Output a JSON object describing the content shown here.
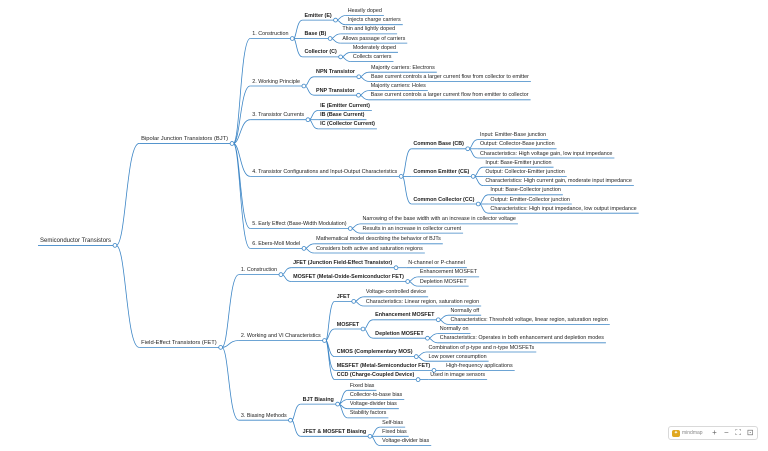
{
  "colors": {
    "line": "#3d86c6",
    "node_fill": "#ffffff",
    "text": "#222222"
  },
  "toolbar": {
    "logo_text": "mindmap",
    "zoom_in": "+",
    "zoom_out": "−",
    "fit": "⛶",
    "fullscreen": "⊡"
  },
  "mindmap": {
    "label": "Semiconductor Transistors",
    "children": [
      {
        "label": "Bipolar Junction Transistors (BJT)",
        "children": [
          {
            "label": "1. Construction",
            "children": [
              {
                "label": "Emitter (E)",
                "bold": true,
                "children": [
                  {
                    "label": "Heavily doped"
                  },
                  {
                    "label": "Injects charge carriers"
                  }
                ]
              },
              {
                "label": "Base (B)",
                "bold": true,
                "children": [
                  {
                    "label": "Thin and lightly doped"
                  },
                  {
                    "label": "Allows passage of carriers"
                  }
                ]
              },
              {
                "label": "Collector (C)",
                "bold": true,
                "children": [
                  {
                    "label": "Moderately doped"
                  },
                  {
                    "label": "Collects carriers"
                  }
                ]
              }
            ]
          },
          {
            "label": "2. Working Principle",
            "children": [
              {
                "label": "NPN Transistor",
                "bold": true,
                "children": [
                  {
                    "label": "Majority carriers: Electrons"
                  },
                  {
                    "label": "Base current controls a larger current flow from collector to emitter"
                  }
                ]
              },
              {
                "label": "PNP Transistor",
                "bold": true,
                "children": [
                  {
                    "label": "Majority carriers: Holes"
                  },
                  {
                    "label": "Base current controls a larger current flow from emitter to collector"
                  }
                ]
              }
            ]
          },
          {
            "label": "3. Transistor Currents",
            "children": [
              {
                "label": "IE (Emitter Current)",
                "bold": true
              },
              {
                "label": "IB (Base Current)",
                "bold": true
              },
              {
                "label": "IC (Collector Current)",
                "bold": true
              }
            ]
          },
          {
            "label": "4. Transistor Configurations and Input-Output Characteristics",
            "children": [
              {
                "label": "Common Base (CB)",
                "bold": true,
                "children": [
                  {
                    "label": "Input: Emitter-Base junction"
                  },
                  {
                    "label": "Output: Collector-Base junction"
                  },
                  {
                    "label": "Characteristics: High voltage gain, low input impedance"
                  }
                ]
              },
              {
                "label": "Common Emitter (CE)",
                "bold": true,
                "children": [
                  {
                    "label": "Input: Base-Emitter junction"
                  },
                  {
                    "label": "Output: Collector-Emitter junction"
                  },
                  {
                    "label": "Characteristics: High current gain, moderate input impedance"
                  }
                ]
              },
              {
                "label": "Common Collector (CC)",
                "bold": true,
                "children": [
                  {
                    "label": "Input: Base-Collector junction"
                  },
                  {
                    "label": "Output: Emitter-Collector junction"
                  },
                  {
                    "label": "Characteristics: High input impedance, low output impedance"
                  }
                ]
              }
            ]
          },
          {
            "label": "5. Early Effect (Base-Width Modulation)",
            "children": [
              {
                "label": "Narrowing of the base width with an increase in collector voltage"
              },
              {
                "label": "Results in an increase in collector current"
              }
            ]
          },
          {
            "label": "6. Ebers-Moll Model",
            "children": [
              {
                "label": "Mathematical model describing the behavior of BJTs"
              },
              {
                "label": "Considers both active and saturation regions"
              }
            ]
          }
        ]
      },
      {
        "label": "Field-Effect Transistors (FET)",
        "children": [
          {
            "label": "1. Construction",
            "children": [
              {
                "label": "JFET (Junction Field-Effect Transistor)",
                "bold": true,
                "children": [
                  {
                    "label": "N-channel or P-channel"
                  }
                ]
              },
              {
                "label": "MOSFET (Metal-Oxide-Semiconductor FET)",
                "bold": true,
                "children": [
                  {
                    "label": "Enhancement MOSFET"
                  },
                  {
                    "label": "Depletion MOSFET"
                  }
                ]
              }
            ]
          },
          {
            "label": "2. Working and VI Characteristics",
            "children": [
              {
                "label": "JFET",
                "bold": true,
                "children": [
                  {
                    "label": "Voltage-controlled device"
                  },
                  {
                    "label": "Characteristics: Linear region, saturation region"
                  }
                ]
              },
              {
                "label": "MOSFET",
                "bold": true,
                "children": [
                  {
                    "label": "Enhancement MOSFET",
                    "bold": true,
                    "children": [
                      {
                        "label": "Normally off"
                      },
                      {
                        "label": "Characteristics: Threshold voltage, linear region, saturation region"
                      }
                    ]
                  },
                  {
                    "label": "Depletion MOSFET",
                    "bold": true,
                    "children": [
                      {
                        "label": "Normally on"
                      },
                      {
                        "label": "Characteristics: Operates in both enhancement and depletion modes"
                      }
                    ]
                  }
                ]
              },
              {
                "label": "CMOS (Complementary MOS)",
                "bold": true,
                "children": [
                  {
                    "label": "Combination of p-type and n-type MOSFETs"
                  },
                  {
                    "label": "Low power consumption"
                  }
                ]
              },
              {
                "label": "MESFET (Metal-Semiconductor FET)",
                "bold": true,
                "children": [
                  {
                    "label": "High-frequency applications"
                  }
                ]
              },
              {
                "label": "CCD (Charge-Coupled Device)",
                "bold": true,
                "children": [
                  {
                    "label": "Used in image sensors"
                  }
                ]
              }
            ]
          },
          {
            "label": "3. Biasing Methods",
            "children": [
              {
                "label": "BJT Biasing",
                "bold": true,
                "children": [
                  {
                    "label": "Fixed bias"
                  },
                  {
                    "label": "Collector-to-base bias"
                  },
                  {
                    "label": "Voltage-divider bias"
                  },
                  {
                    "label": "Stability factors"
                  }
                ]
              },
              {
                "label": "JFET & MOSFET Biasing",
                "bold": true,
                "children": [
                  {
                    "label": "Self-bias"
                  },
                  {
                    "label": "Fixed bias"
                  },
                  {
                    "label": "Voltage-divider bias"
                  }
                ]
              }
            ]
          }
        ]
      }
    ]
  }
}
